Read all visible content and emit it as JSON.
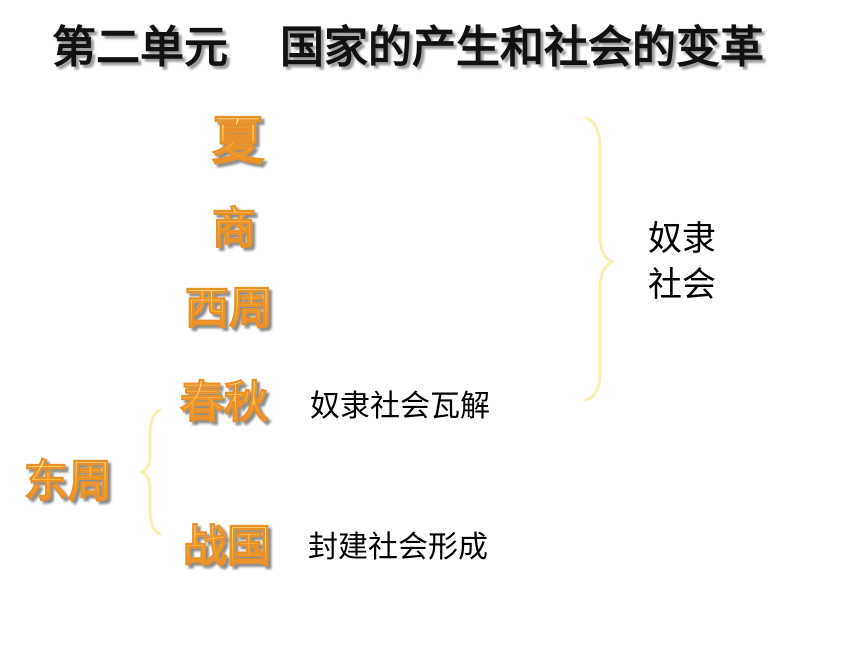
{
  "title": {
    "unit": "第二单元",
    "topic": "国家的产生和社会的变革"
  },
  "dynasties": {
    "xia": "夏",
    "shang": "商",
    "xizhou": "西周",
    "chunqiu": "春秋",
    "dongzhou": "东周",
    "zhanguo": "战国"
  },
  "notes": {
    "chunqiu": "奴隶社会瓦解",
    "zhanguo": "封建社会形成"
  },
  "slave_society": {
    "line1": "奴隶",
    "line2": "社会"
  },
  "colors": {
    "brace": "#f7f2b0",
    "dynasty_top": "#fff4a8",
    "dynasty_bottom": "#f2861e",
    "text": "#000000"
  }
}
